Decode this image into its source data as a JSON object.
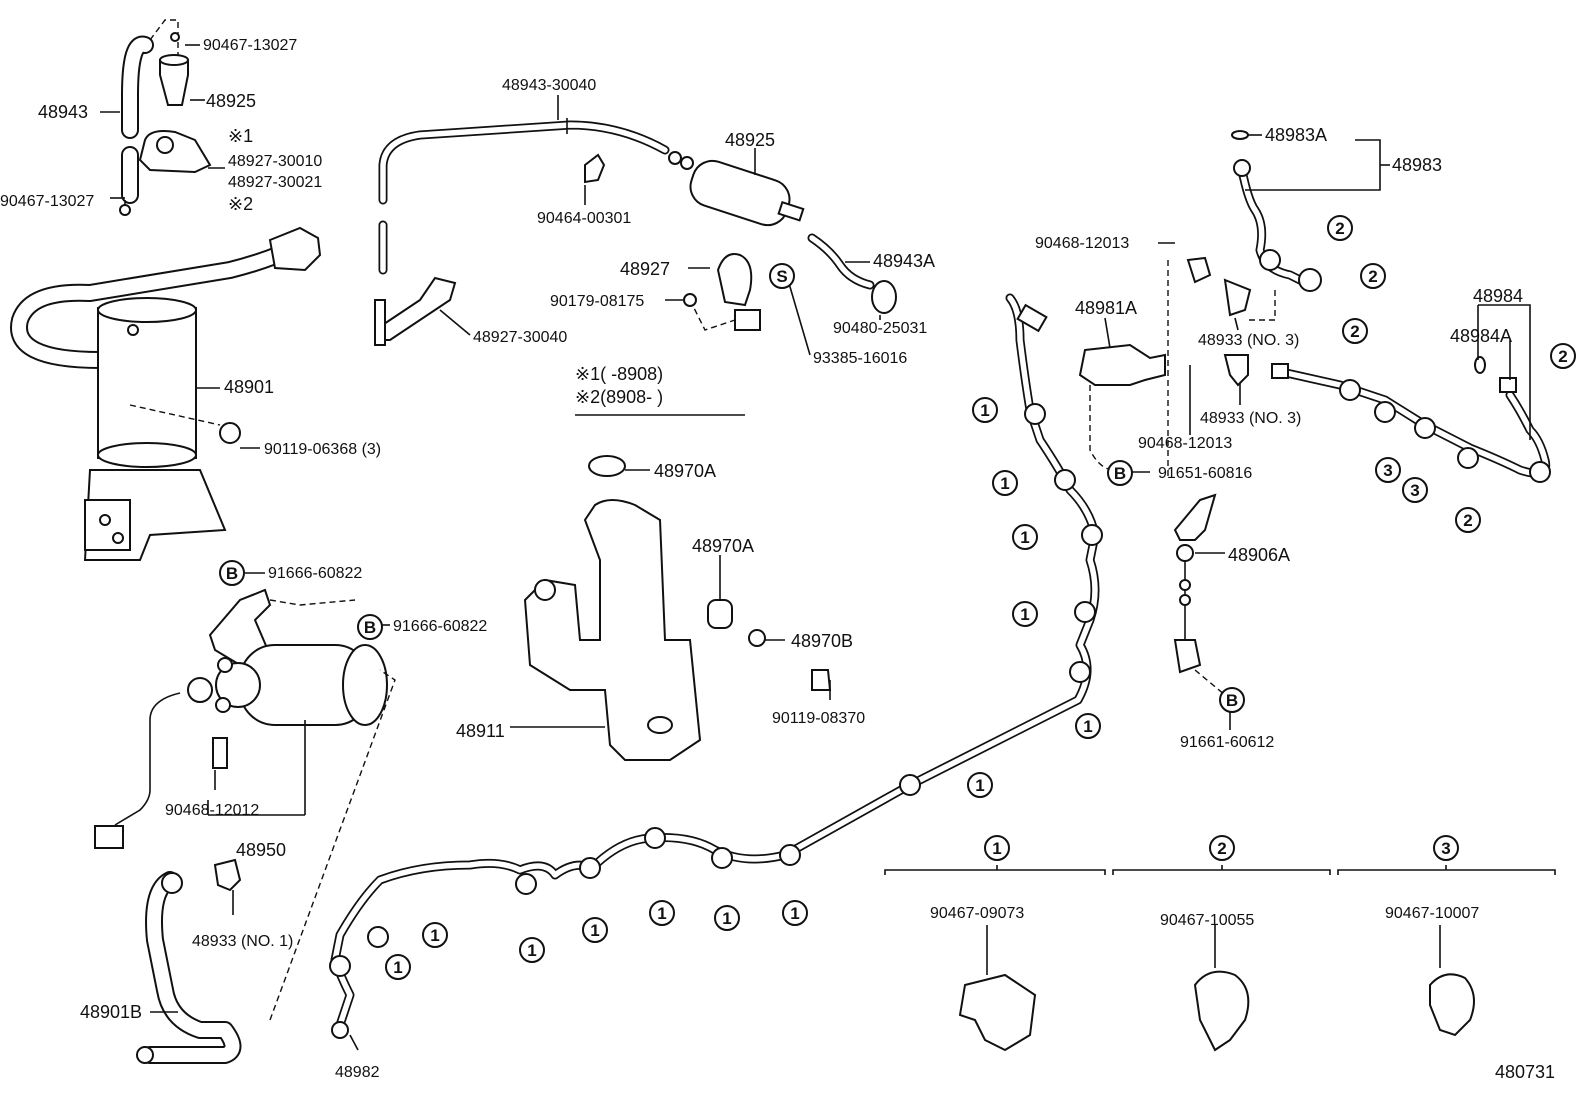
{
  "parts": {
    "p_90467_13027_top": "90467-13027",
    "p_48943": "48943",
    "p_48925_small": "48925",
    "p_note1_marker": "※1",
    "p_48927_30010": "48927-30010",
    "p_48927_30021": "48927-30021",
    "p_note2_marker": "※2",
    "p_90467_13027_bottom": "90467-13027",
    "p_48943_30040": "48943-30040",
    "p_48925": "48925",
    "p_90464_00301": "90464-00301",
    "p_48943a": "48943A",
    "p_48927": "48927",
    "p_90179_08175": "90179-08175",
    "p_90480_25031": "90480-25031",
    "p_48927_30040": "48927-30040",
    "p_93385_16016": "93385-16016",
    "p_48901": "48901",
    "p_90119_06368": "90119-06368 (3)",
    "p_48970a_top": "48970A",
    "p_48970a_mid": "48970A",
    "p_48970b": "48970B",
    "p_90119_08370": "90119-08370",
    "p_48911": "48911",
    "p_91666_60822_a": "91666-60822",
    "p_91666_60822_b": "91666-60822",
    "p_90468_12012": "90468-12012",
    "p_48950": "48950",
    "p_48933_no1": "48933 (NO. 1)",
    "p_48901b": "48901B",
    "p_48982": "48982",
    "p_48983a": "48983A",
    "p_48983": "48983",
    "p_90468_12013_top": "90468-12013",
    "p_48981a": "48981A",
    "p_48933_no3_a": "48933 (NO. 3)",
    "p_48933_no3_b": "48933 (NO. 3)",
    "p_90468_12013_bottom": "90468-12013",
    "p_91651_60816": "91651-60816",
    "p_48984": "48984",
    "p_48984a": "48984A",
    "p_48906a": "48906A",
    "p_91661_60612": "91661-60612",
    "p_90467_09073": "90467-09073",
    "p_90467_10055": "90467-10055",
    "p_90467_10007": "90467-10007"
  },
  "notes": {
    "note1": "※1(     -8908)",
    "note2": "※2(8908-        )"
  },
  "markers": {
    "m1": "1",
    "m2": "2",
    "m3": "3",
    "b": "B",
    "s": "S"
  },
  "figure_number": "480731"
}
